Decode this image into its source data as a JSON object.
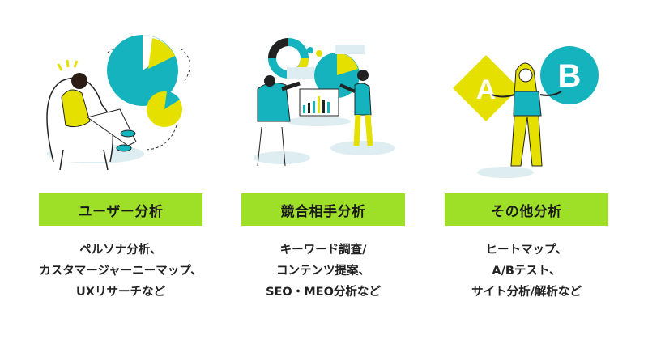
{
  "colors": {
    "label_bg": "#9ee028",
    "teal": "#14b3be",
    "yellow": "#e5e000",
    "shadow": "#deedf1",
    "text": "#1a1a1a"
  },
  "sections": [
    {
      "illustration": "person-in-chair-looking-at-pie-charts",
      "title": "ユーザー分析",
      "lines": [
        "ペルソナ分析、",
        "カスタマージャーニーマップ、",
        "UXリサーチなど"
      ]
    },
    {
      "illustration": "two-people-presenting-charts",
      "title": "競合相手分析",
      "lines": [
        "キーワード調査/",
        "コンテンツ提案、",
        "SEO・MEO分析など"
      ]
    },
    {
      "illustration": "woman-shrugging-ab-test",
      "title": "その他分析",
      "lines": [
        "ヒートマップ、",
        "A/Bテスト、",
        "サイト分析/解析など"
      ],
      "badge_a": "A",
      "badge_b": "B"
    }
  ]
}
